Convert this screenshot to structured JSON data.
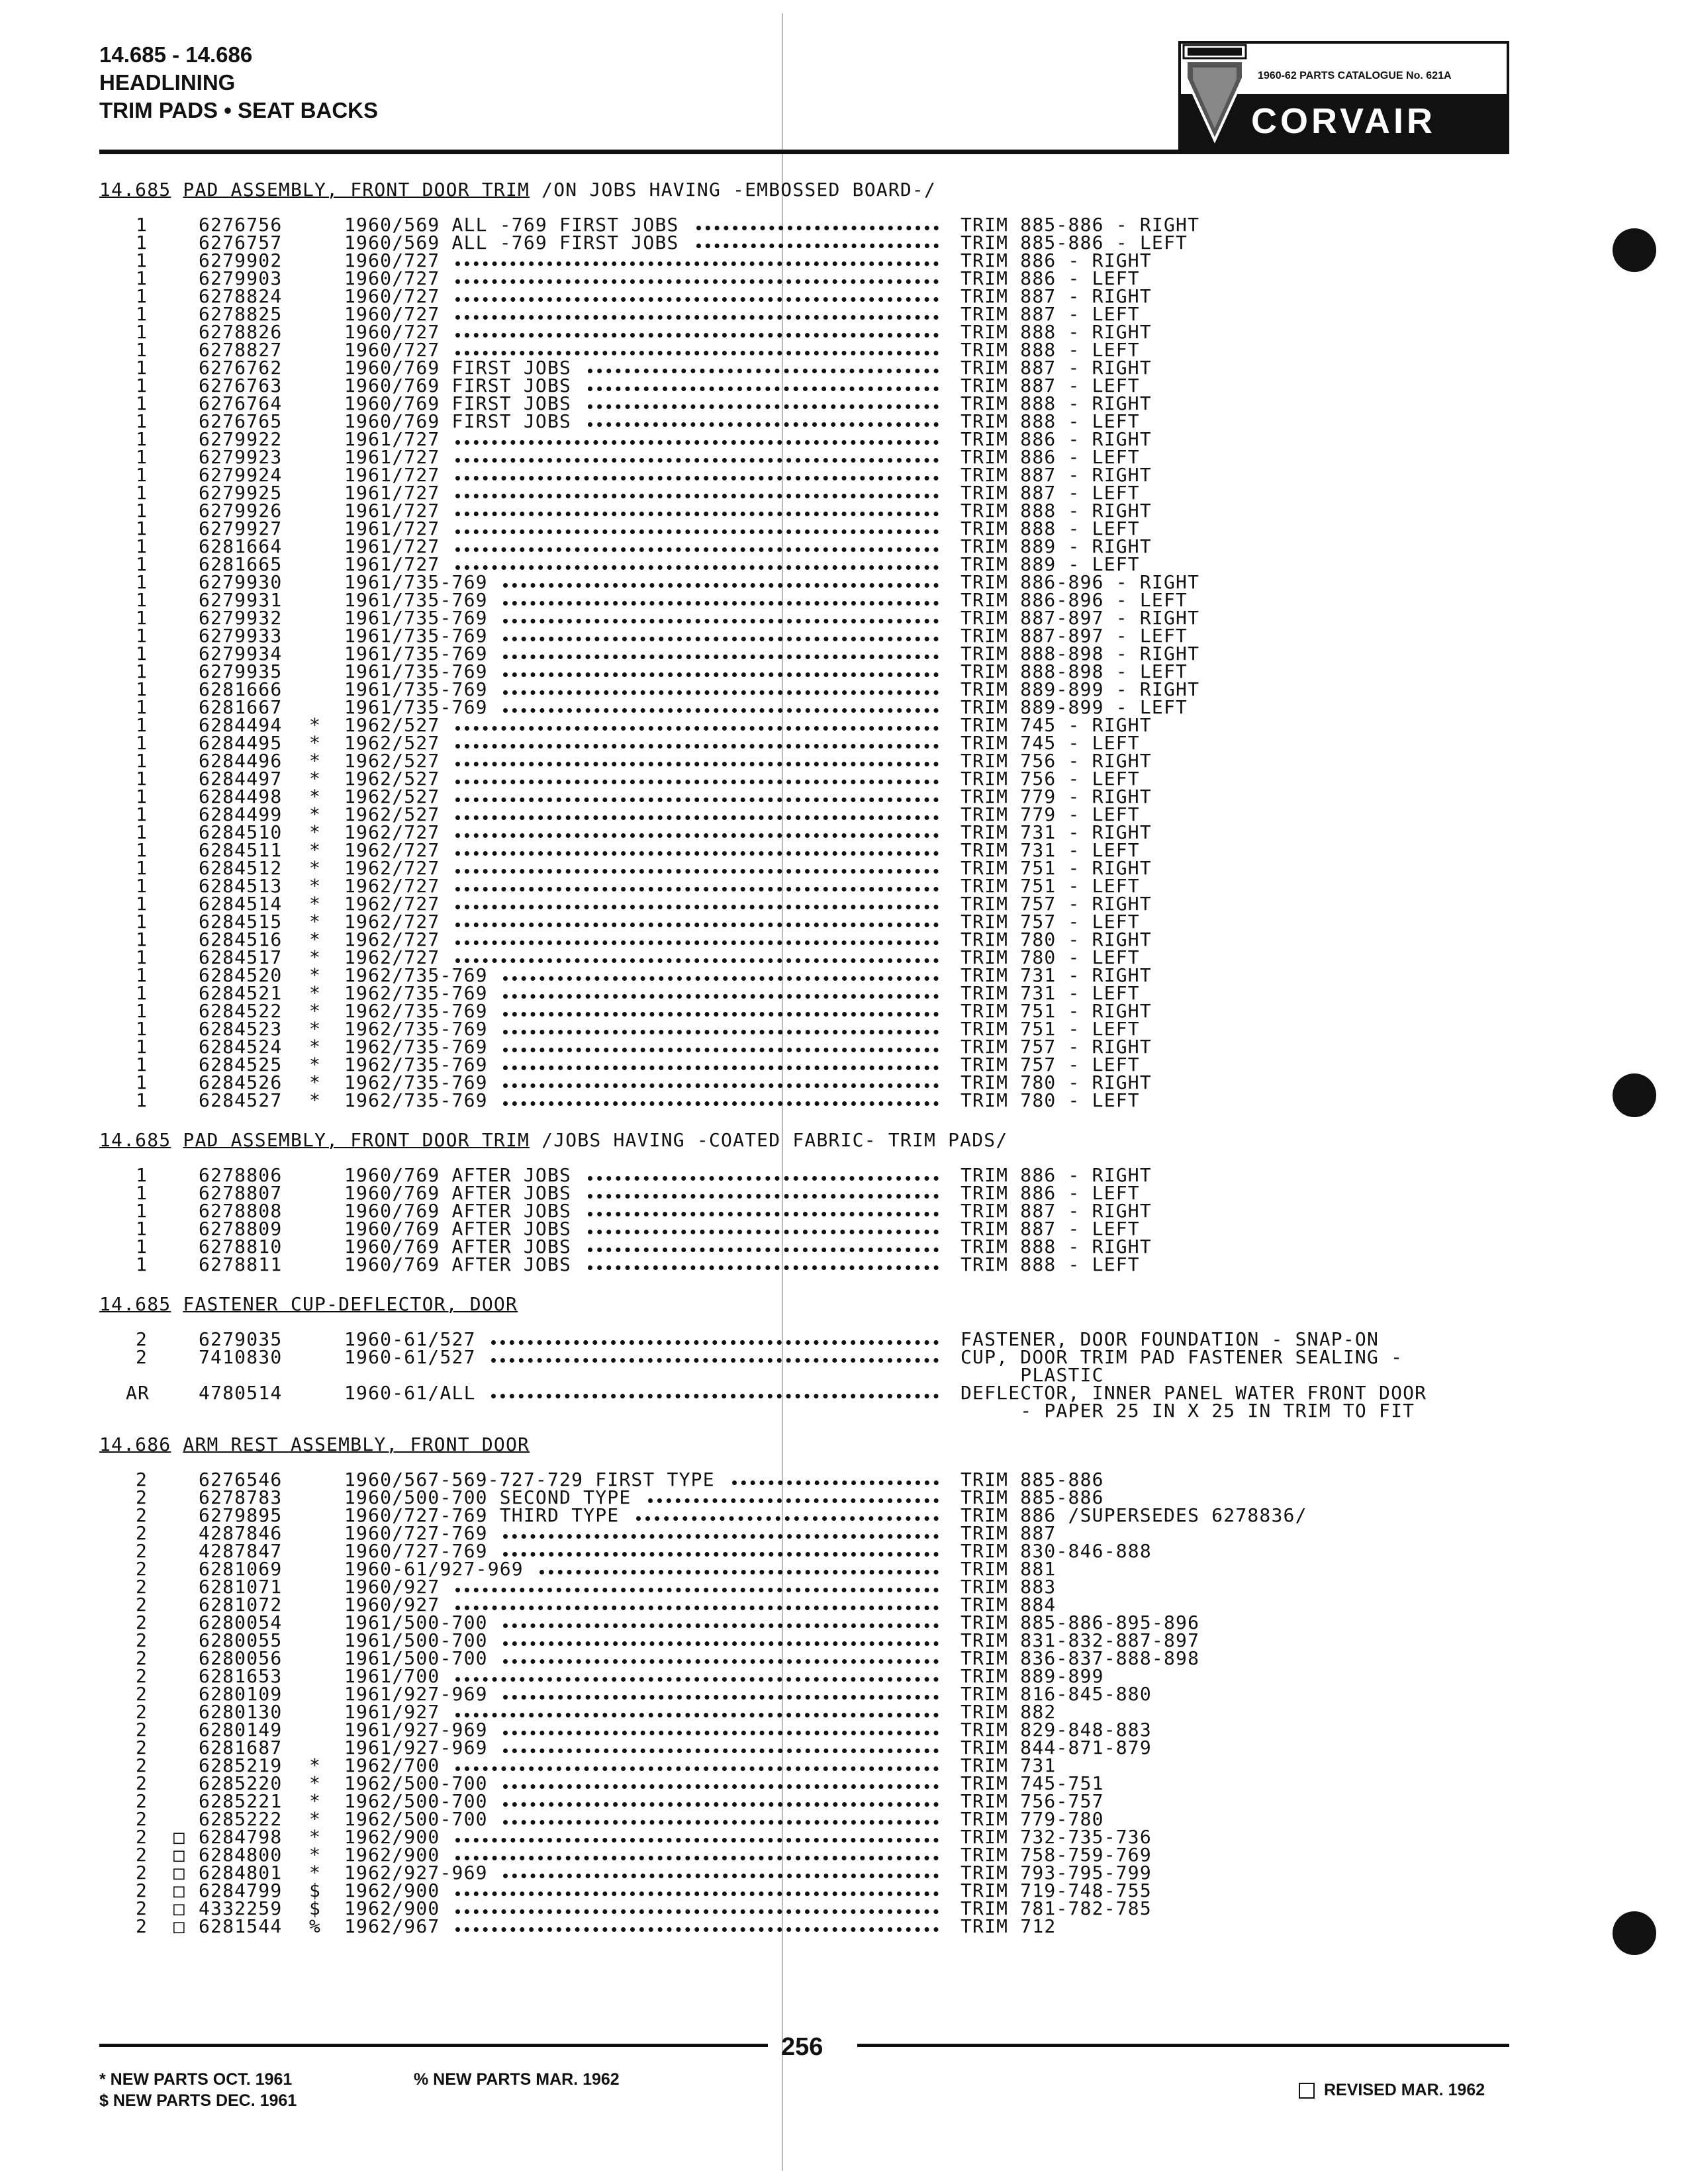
{
  "header": {
    "line1": "14.685 - 14.686",
    "line2": "HEADLINING",
    "line3": "TRIM PADS • SEAT BACKS"
  },
  "logo": {
    "catalogue": "1960-62 PARTS CATALOGUE No. 621A",
    "brand": "CORVAIR"
  },
  "sections": [
    {
      "code": "14.685",
      "title": "PAD ASSEMBLY, FRONT DOOR TRIM",
      "note": " /ON JOBS HAVING -EMBOSSED BOARD-/",
      "rows": [
        [
          "1",
          "",
          "6276756",
          "",
          "1960/569 ALL -769 FIRST JOBS",
          "TRIM 885-886 - RIGHT"
        ],
        [
          "1",
          "",
          "6276757",
          "",
          "1960/569 ALL -769 FIRST JOBS",
          "TRIM 885-886 - LEFT"
        ],
        [
          "1",
          "",
          "6279902",
          "",
          "1960/727",
          "TRIM 886 - RIGHT"
        ],
        [
          "1",
          "",
          "6279903",
          "",
          "1960/727",
          "TRIM 886 - LEFT"
        ],
        [
          "1",
          "",
          "6278824",
          "",
          "1960/727",
          "TRIM 887 - RIGHT"
        ],
        [
          "1",
          "",
          "6278825",
          "",
          "1960/727",
          "TRIM 887 - LEFT"
        ],
        [
          "1",
          "",
          "6278826",
          "",
          "1960/727",
          "TRIM 888 - RIGHT"
        ],
        [
          "1",
          "",
          "6278827",
          "",
          "1960/727",
          "TRIM 888 - LEFT"
        ],
        [
          "1",
          "",
          "6276762",
          "",
          "1960/769 FIRST JOBS",
          "TRIM 887 - RIGHT"
        ],
        [
          "1",
          "",
          "6276763",
          "",
          "1960/769 FIRST JOBS",
          "TRIM 887 - LEFT"
        ],
        [
          "1",
          "",
          "6276764",
          "",
          "1960/769 FIRST JOBS",
          "TRIM 888 - RIGHT"
        ],
        [
          "1",
          "",
          "6276765",
          "",
          "1960/769 FIRST JOBS",
          "TRIM 888 - LEFT"
        ],
        [
          "1",
          "",
          "6279922",
          "",
          "1961/727",
          "TRIM 886 - RIGHT"
        ],
        [
          "1",
          "",
          "6279923",
          "",
          "1961/727",
          "TRIM 886 - LEFT"
        ],
        [
          "1",
          "",
          "6279924",
          "",
          "1961/727",
          "TRIM 887 - RIGHT"
        ],
        [
          "1",
          "",
          "6279925",
          "",
          "1961/727",
          "TRIM 887 - LEFT"
        ],
        [
          "1",
          "",
          "6279926",
          "",
          "1961/727",
          "TRIM 888 - RIGHT"
        ],
        [
          "1",
          "",
          "6279927",
          "",
          "1961/727",
          "TRIM 888 - LEFT"
        ],
        [
          "1",
          "",
          "6281664",
          "",
          "1961/727",
          "TRIM 889 - RIGHT"
        ],
        [
          "1",
          "",
          "6281665",
          "",
          "1961/727",
          "TRIM 889 - LEFT"
        ],
        [
          "1",
          "",
          "6279930",
          "",
          "1961/735-769",
          "TRIM 886-896 - RIGHT"
        ],
        [
          "1",
          "",
          "6279931",
          "",
          "1961/735-769",
          "TRIM 886-896 - LEFT"
        ],
        [
          "1",
          "",
          "6279932",
          "",
          "1961/735-769",
          "TRIM 887-897 - RIGHT"
        ],
        [
          "1",
          "",
          "6279933",
          "",
          "1961/735-769",
          "TRIM 887-897 - LEFT"
        ],
        [
          "1",
          "",
          "6279934",
          "",
          "1961/735-769",
          "TRIM 888-898 - RIGHT"
        ],
        [
          "1",
          "",
          "6279935",
          "",
          "1961/735-769",
          "TRIM 888-898 - LEFT"
        ],
        [
          "1",
          "",
          "6281666",
          "",
          "1961/735-769",
          "TRIM 889-899 - RIGHT"
        ],
        [
          "1",
          "",
          "6281667",
          "",
          "1961/735-769",
          "TRIM 889-899 - LEFT"
        ],
        [
          "1",
          "",
          "6284494",
          "*",
          "1962/527",
          "TRIM 745 - RIGHT"
        ],
        [
          "1",
          "",
          "6284495",
          "*",
          "1962/527",
          "TRIM 745 - LEFT"
        ],
        [
          "1",
          "",
          "6284496",
          "*",
          "1962/527",
          "TRIM 756 - RIGHT"
        ],
        [
          "1",
          "",
          "6284497",
          "*",
          "1962/527",
          "TRIM 756 - LEFT"
        ],
        [
          "1",
          "",
          "6284498",
          "*",
          "1962/527",
          "TRIM 779 - RIGHT"
        ],
        [
          "1",
          "",
          "6284499",
          "*",
          "1962/527",
          "TRIM 779 - LEFT"
        ],
        [
          "1",
          "",
          "6284510",
          "*",
          "1962/727",
          "TRIM 731 - RIGHT"
        ],
        [
          "1",
          "",
          "6284511",
          "*",
          "1962/727",
          "TRIM 731 - LEFT"
        ],
        [
          "1",
          "",
          "6284512",
          "*",
          "1962/727",
          "TRIM 751 - RIGHT"
        ],
        [
          "1",
          "",
          "6284513",
          "*",
          "1962/727",
          "TRIM 751 - LEFT"
        ],
        [
          "1",
          "",
          "6284514",
          "*",
          "1962/727",
          "TRIM 757 - RIGHT"
        ],
        [
          "1",
          "",
          "6284515",
          "*",
          "1962/727",
          "TRIM 757 - LEFT"
        ],
        [
          "1",
          "",
          "6284516",
          "*",
          "1962/727",
          "TRIM 780 - RIGHT"
        ],
        [
          "1",
          "",
          "6284517",
          "*",
          "1962/727",
          "TRIM 780 - LEFT"
        ],
        [
          "1",
          "",
          "6284520",
          "*",
          "1962/735-769",
          "TRIM 731 - RIGHT"
        ],
        [
          "1",
          "",
          "6284521",
          "*",
          "1962/735-769",
          "TRIM 731 - LEFT"
        ],
        [
          "1",
          "",
          "6284522",
          "*",
          "1962/735-769",
          "TRIM 751 - RIGHT"
        ],
        [
          "1",
          "",
          "6284523",
          "*",
          "1962/735-769",
          "TRIM 751 - LEFT"
        ],
        [
          "1",
          "",
          "6284524",
          "*",
          "1962/735-769",
          "TRIM 757 - RIGHT"
        ],
        [
          "1",
          "",
          "6284525",
          "*",
          "1962/735-769",
          "TRIM 757 - LEFT"
        ],
        [
          "1",
          "",
          "6284526",
          "*",
          "1962/735-769",
          "TRIM 780 - RIGHT"
        ],
        [
          "1",
          "",
          "6284527",
          "*",
          "1962/735-769",
          "TRIM 780 - LEFT"
        ]
      ]
    },
    {
      "code": "14.685",
      "title": "PAD ASSEMBLY, FRONT DOOR TRIM",
      "note": " /JOBS HAVING -COATED FABRIC- TRIM PADS/",
      "rows": [
        [
          "1",
          "",
          "6278806",
          "",
          "1960/769 AFTER JOBS",
          "TRIM 886 - RIGHT"
        ],
        [
          "1",
          "",
          "6278807",
          "",
          "1960/769 AFTER JOBS",
          "TRIM 886 - LEFT"
        ],
        [
          "1",
          "",
          "6278808",
          "",
          "1960/769 AFTER JOBS",
          "TRIM 887 - RIGHT"
        ],
        [
          "1",
          "",
          "6278809",
          "",
          "1960/769 AFTER JOBS",
          "TRIM 887 - LEFT"
        ],
        [
          "1",
          "",
          "6278810",
          "",
          "1960/769 AFTER JOBS",
          "TRIM 888 - RIGHT"
        ],
        [
          "1",
          "",
          "6278811",
          "",
          "1960/769 AFTER JOBS",
          "TRIM 888 - LEFT"
        ]
      ]
    },
    {
      "code": "14.685",
      "title": "FASTENER CUP-DEFLECTOR, DOOR",
      "note": "",
      "rows": [
        [
          "2",
          "",
          "6279035",
          "",
          "1960-61/527",
          "FASTENER, DOOR FOUNDATION - SNAP-ON"
        ],
        [
          "2",
          "",
          "7410830",
          "",
          "1960-61/527",
          "CUP, DOOR TRIM PAD FASTENER SEALING -"
        ],
        [
          "",
          "",
          "",
          "",
          "",
          "     PLASTIC"
        ],
        [
          "AR",
          "",
          "4780514",
          "",
          "1960-61/ALL",
          "DEFLECTOR, INNER PANEL WATER FRONT DOOR"
        ],
        [
          "",
          "",
          "",
          "",
          "",
          "     - PAPER 25 IN X 25 IN TRIM TO FIT"
        ]
      ]
    },
    {
      "code": "14.686",
      "title": "ARM REST ASSEMBLY, FRONT DOOR",
      "note": "",
      "rows": [
        [
          "2",
          "",
          "6276546",
          "",
          "1960/567-569-727-729 FIRST TYPE",
          "TRIM 885-886"
        ],
        [
          "2",
          "",
          "6278783",
          "",
          "1960/500-700 SECOND TYPE",
          "TRIM 885-886"
        ],
        [
          "2",
          "",
          "6279895",
          "",
          "1960/727-769 THIRD TYPE",
          "TRIM 886 /SUPERSEDES 6278836/"
        ],
        [
          "2",
          "",
          "4287846",
          "",
          "1960/727-769",
          "TRIM 887"
        ],
        [
          "2",
          "",
          "4287847",
          "",
          "1960/727-769",
          "TRIM 830-846-888"
        ],
        [
          "2",
          "",
          "6281069",
          "",
          "1960-61/927-969",
          "TRIM 881"
        ],
        [
          "2",
          "",
          "6281071",
          "",
          "1960/927",
          "TRIM 883"
        ],
        [
          "2",
          "",
          "6281072",
          "",
          "1960/927",
          "TRIM 884"
        ],
        [
          "2",
          "",
          "6280054",
          "",
          "1961/500-700",
          "TRIM 885-886-895-896"
        ],
        [
          "2",
          "",
          "6280055",
          "",
          "1961/500-700",
          "TRIM 831-832-887-897"
        ],
        [
          "2",
          "",
          "6280056",
          "",
          "1961/500-700",
          "TRIM 836-837-888-898"
        ],
        [
          "2",
          "",
          "6281653",
          "",
          "1961/700",
          "TRIM 889-899"
        ],
        [
          "2",
          "",
          "6280109",
          "",
          "1961/927-969",
          "TRIM 816-845-880"
        ],
        [
          "2",
          "",
          "6280130",
          "",
          "1961/927",
          "TRIM 882"
        ],
        [
          "2",
          "",
          "6280149",
          "",
          "1961/927-969",
          "TRIM 829-848-883"
        ],
        [
          "2",
          "",
          "6281687",
          "",
          "1961/927-969",
          "TRIM 844-871-879"
        ],
        [
          "2",
          "",
          "6285219",
          "*",
          "1962/700",
          "TRIM 731"
        ],
        [
          "2",
          "",
          "6285220",
          "*",
          "1962/500-700",
          "TRIM 745-751"
        ],
        [
          "2",
          "",
          "6285221",
          "*",
          "1962/500-700",
          "TRIM 756-757"
        ],
        [
          "2",
          "",
          "6285222",
          "*",
          "1962/500-700",
          "TRIM 779-780"
        ],
        [
          "2",
          "□",
          "6284798",
          "*",
          "1962/900",
          "TRIM 732-735-736"
        ],
        [
          "2",
          "□",
          "6284800",
          "*",
          "1962/900",
          "TRIM 758-759-769"
        ],
        [
          "2",
          "□",
          "6284801",
          "*",
          "1962/927-969",
          "TRIM 793-795-799"
        ],
        [
          "2",
          "□",
          "6284799",
          "$",
          "1962/900",
          "TRIM 719-748-755"
        ],
        [
          "2",
          "□",
          "4332259",
          "$",
          "1962/900",
          "TRIM 781-782-785"
        ],
        [
          "2",
          "□",
          "6281544",
          "%",
          "1962/967",
          "TRIM 712"
        ]
      ]
    }
  ],
  "footer": {
    "note1": "* NEW PARTS OCT. 1961",
    "note2": "$ NEW PARTS DEC. 1961",
    "note3": "% NEW PARTS MAR. 1962",
    "page": "256",
    "revised": "REVISED MAR. 1962"
  }
}
